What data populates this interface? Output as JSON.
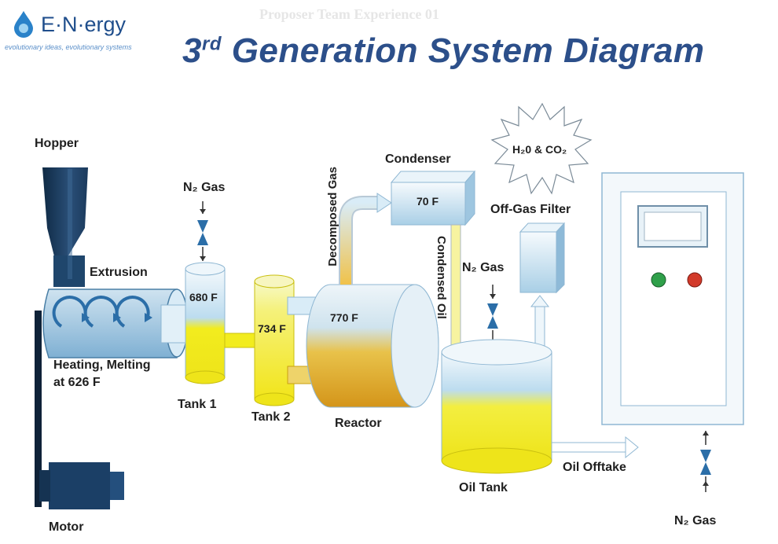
{
  "logo": {
    "brand": "E·N·ergy",
    "tagline": "evolutionary ideas, evolutionary systems"
  },
  "header": {
    "title_prefix": "3",
    "title_sup": "rd",
    "title_rest": " Generation System Diagram",
    "faint_text": "Proposer Team Experience 01"
  },
  "labels": {
    "hopper": "Hopper",
    "extrusion": "Extrusion",
    "heating_line1": "Heating, Melting",
    "heating_line2": "at 626  F",
    "motor": "Motor",
    "n2gas_tank1": "N₂ Gas",
    "tank1_temp": "680  F",
    "tank1": "Tank 1",
    "tank2_temp": "734  F",
    "tank2": "Tank 2",
    "decomposed_gas": "Decomposed Gas",
    "reactor_temp": "770  F",
    "reactor": "Reactor",
    "condenser": "Condenser",
    "condenser_temp": "70  F",
    "condensed_oil": "Condensed Oil",
    "h2o_co2": "H₂0 & CO₂",
    "offgas_filter": "Off-Gas Filter",
    "n2gas_oiltank": "N₂ Gas",
    "oil_tank": "Oil Tank",
    "oil_offtake": "Oil Offtake",
    "n2gas_panel": "N₂ Gas"
  },
  "colors": {
    "title": "#2c4f8a",
    "yellow": "#f2ec1e",
    "orange": "#e3a21a",
    "navy": "#1b3a5c",
    "light_blue": "#d6eaf6",
    "led_green": "#2fa04a",
    "led_red": "#d23a2a"
  }
}
